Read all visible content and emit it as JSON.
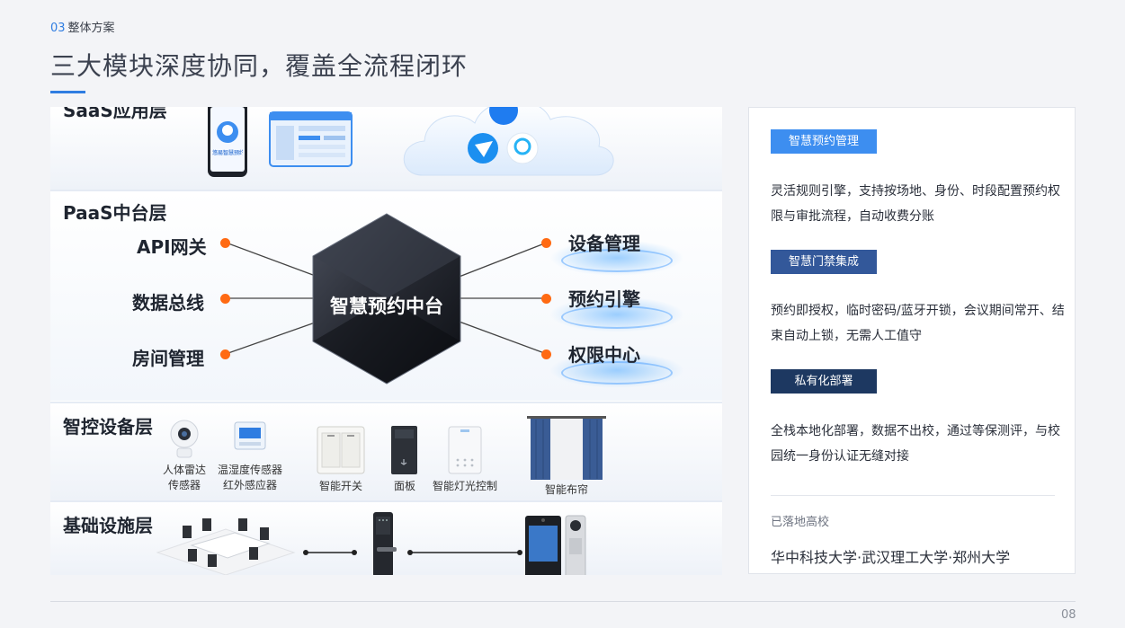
{
  "header": {
    "section_num": "03",
    "section_name": "整体方案",
    "title": "三大模块深度协同，覆盖全流程闭环"
  },
  "diagram": {
    "layers": {
      "saas": "SaaS应用层",
      "paas": "PaaS中台层",
      "device": "智控设备层",
      "infra": "基础设施层"
    },
    "app_screen_text": "悠易智慧预约",
    "core": "智慧预约中台",
    "left_nodes": [
      "API网关",
      "数据总线",
      "房间管理"
    ],
    "right_nodes": [
      "设备管理",
      "预约引擎",
      "权限中心"
    ],
    "devices": {
      "radar_line1": "人体雷达",
      "radar_line2": "传感器",
      "sensor_line1": "温湿度传感器",
      "sensor_line2": "红外感应器",
      "switch": "智能开关",
      "panel": "面板",
      "light": "智能灯光控制",
      "curtain": "智能布帘"
    }
  },
  "card": {
    "sections": [
      {
        "tag": "智慧预约管理",
        "tag_color": "#3d8ef0",
        "text": "灵活规则引擎，支持按场地、身份、时段配置预约权限与审批流程，自动收费分账"
      },
      {
        "tag": "智慧门禁集成",
        "tag_color": "#33589a",
        "text": "预约即授权，临时密码/蓝牙开锁，会议期间常开、结束自动上锁，无需人工值守"
      },
      {
        "tag": "私有化部署",
        "tag_color": "#1d3861",
        "text": "全栈本地化部署，数据不出校，通过等保测评，与校园统一身份认证无缝对接"
      }
    ],
    "deployed_label": "已落地高校",
    "universities": "华中科技大学·武汉理工大学·郑州大学"
  },
  "footer": {
    "page": "08"
  },
  "colors": {
    "accent": "#2f7de1",
    "node_dot": "#ff6a13"
  }
}
